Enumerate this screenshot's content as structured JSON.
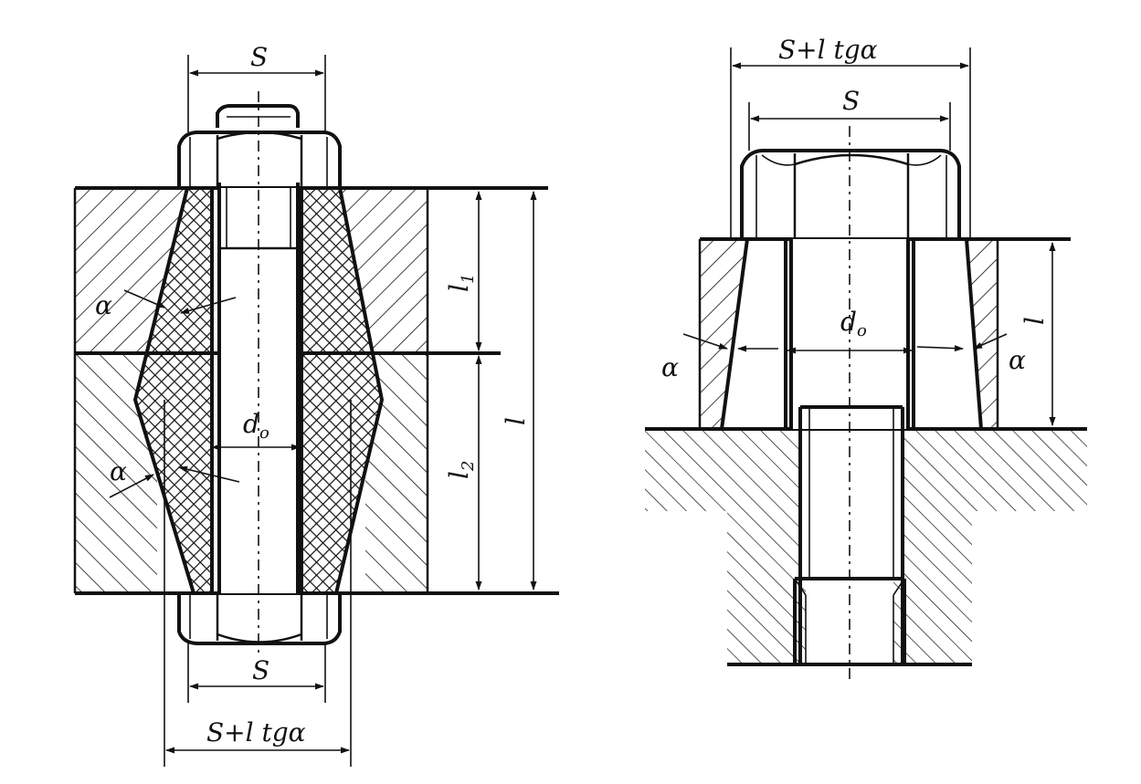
{
  "left_figure": {
    "dim_top": "S",
    "dim_bottom_inner": "S",
    "dim_bottom_outer": "S+l tgα",
    "angle_upper": "α",
    "angle_lower": "α",
    "diameter": "d",
    "diameter_sub": "o",
    "len_1": "l",
    "len_1_sub": "1",
    "len_2": "l",
    "len_2_sub": "2",
    "len_total": "l"
  },
  "right_figure": {
    "dim_outer": "S+l tgα",
    "dim_inner": "S",
    "angle_left": "α",
    "angle_right": "α",
    "diameter": "d",
    "diameter_sub": "o",
    "len_total": "l"
  },
  "colors": {
    "ink": "#111111",
    "paper": "#ffffff"
  }
}
